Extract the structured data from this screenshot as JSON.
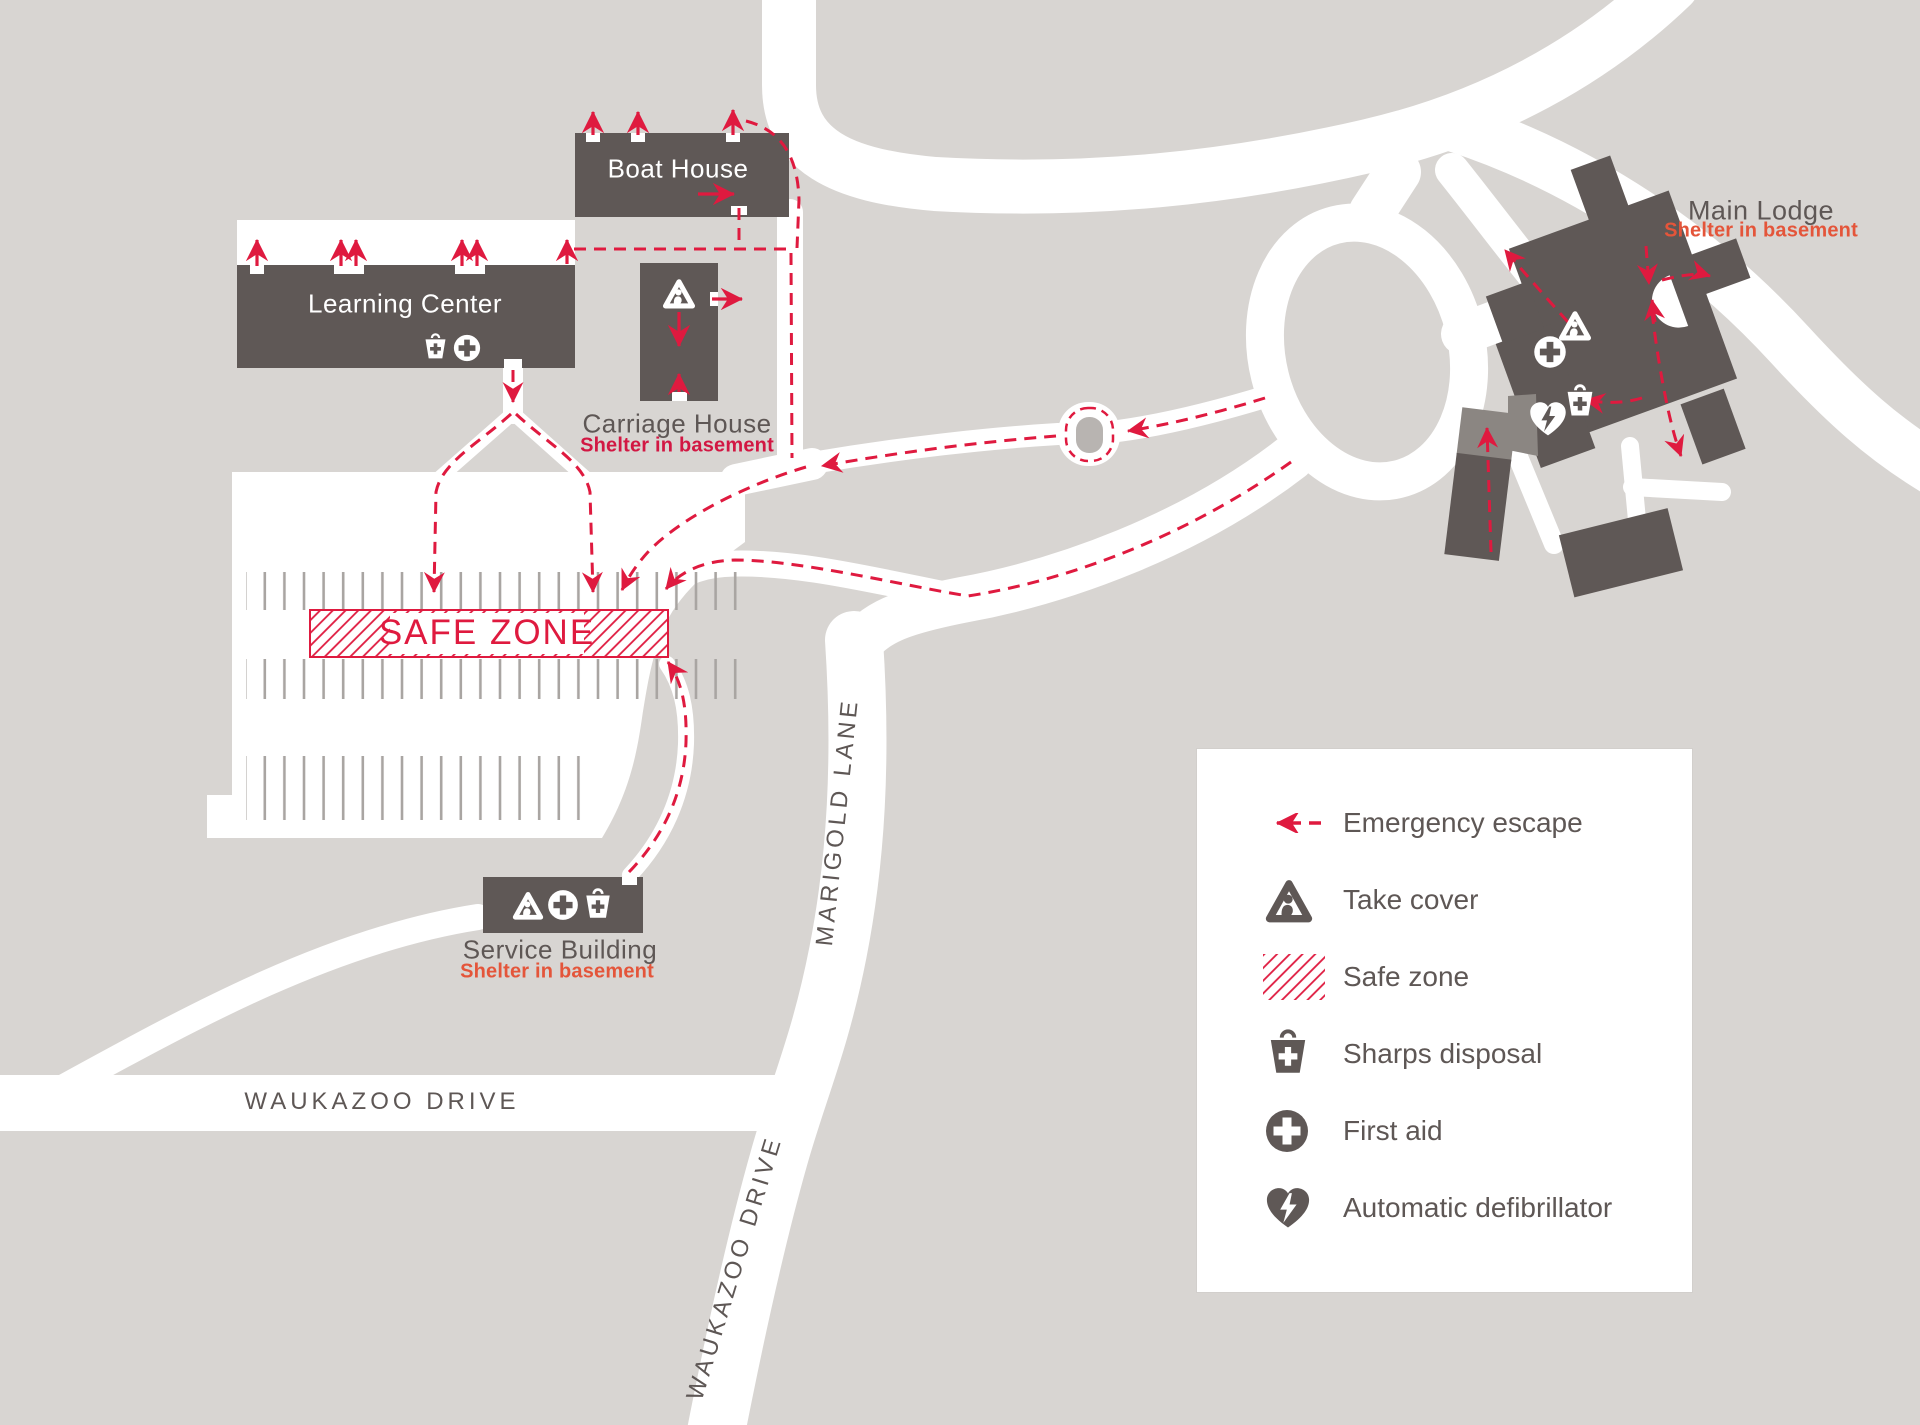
{
  "map": {
    "labels": {
      "boat_house": "Boat House",
      "learning_center": "Learning Center",
      "carriage_house": "Carriage House",
      "carriage_house_note": "Shelter in basement",
      "main_lodge": "Main Lodge",
      "main_lodge_note": "Shelter in basement",
      "service_building": "Service Building",
      "service_building_note": "Shelter in basement",
      "safe_zone": "SAFE ZONE",
      "marigold_lane": "MARIGOLD LANE",
      "waukazoo_drive_horizontal": "WAUKAZOO DRIVE",
      "waukazoo_drive_vertical": "WAUKAZOO DRIVE"
    },
    "colors": {
      "background": "#d8d5d2",
      "road": "#ffffff",
      "building": "#5f5856",
      "route_red": "#df1a3f",
      "shelter_orange": "#e4553a",
      "shelter_crimson": "#d21743",
      "stall_gray": "#a9a5a2",
      "label_gray": "#5e5755"
    }
  },
  "legend": {
    "items": [
      {
        "icon": "emergency-escape-icon",
        "label": "Emergency escape"
      },
      {
        "icon": "take-cover-icon",
        "label": "Take cover"
      },
      {
        "icon": "safe-zone-icon",
        "label": "Safe zone"
      },
      {
        "icon": "sharps-disposal-icon",
        "label": "Sharps disposal"
      },
      {
        "icon": "first-aid-icon",
        "label": "First aid"
      },
      {
        "icon": "automatic-defibrillator-icon",
        "label": "Automatic defibrillator"
      }
    ]
  }
}
